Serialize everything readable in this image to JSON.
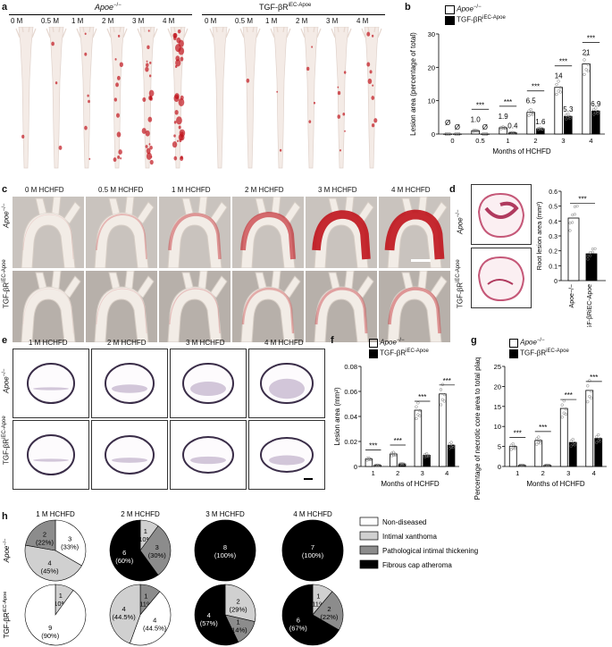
{
  "panels": {
    "a": {
      "label": "a",
      "group1": "Apoe",
      "group1_sup": "−/−",
      "group2": "TGF-βR",
      "group2_sup": "iEC-Apoe",
      "timepoints": [
        "0 M",
        "0.5 M",
        "1 M",
        "2 M",
        "3 M",
        "4 M"
      ]
    },
    "b": {
      "label": "b",
      "legend1": "Apoe",
      "legend1_sup": "−/−",
      "legend2": "TGF-βR",
      "legend2_sup": "iEC-Apoe",
      "ylabel": "Lesion area (percentage of total)",
      "xlabel": "Months of HCHFD",
      "sig": "***"
    },
    "c": {
      "label": "c",
      "timepoints": [
        "0 M HCHFD",
        "0.5 M HCHFD",
        "1 M HCHFD",
        "2 M HCHFD",
        "3 M HCHFD",
        "4 M HCHFD"
      ],
      "row1": "Apoe",
      "row1_sup": "−/−",
      "row2": "TGF-βR",
      "row2_sup": "iEC-Apoe"
    },
    "d": {
      "label": "d",
      "row1": "Apoe",
      "row1_sup": "−/−",
      "row2": "TGF-βR",
      "row2_sup": "iEC-Apoe",
      "ylabel": "Root lesion area (mm²)",
      "sig": "***"
    },
    "e": {
      "label": "e",
      "timepoints": [
        "1 M HCHFD",
        "2 M HCHFD",
        "3 M HCHFD",
        "4 M HCHFD"
      ],
      "row1": "Apoe",
      "row1_sup": "−/−",
      "row2": "TGF-βR",
      "row2_sup": "iEC-Apoe"
    },
    "f": {
      "label": "f",
      "legend1": "Apoe",
      "legend1_sup": "−/−",
      "legend2": "TGF-βR",
      "legend2_sup": "iEC-Apoe",
      "ylabel": "Lesion area (mm²)",
      "xlabel": "Months of HCHFD",
      "sig": "***"
    },
    "g": {
      "label": "g",
      "legend1": "Apoe",
      "legend1_sup": "−/−",
      "legend2": "TGF-βR",
      "legend2_sup": "iEC-Apoe",
      "ylabel": "Percentage of necrotic core area to total plaque area",
      "xlabel": "Months of HCHFD",
      "sig": "***"
    },
    "h": {
      "label": "h",
      "timepoints": [
        "1 M HCHFD",
        "2 M HCHFD",
        "3 M HCHFD",
        "4 M HCHFD"
      ],
      "row1": "Apoe",
      "row1_sup": "−/−",
      "row2": "TGF-βR",
      "row2_sup": "iEC-Apoe",
      "legend": [
        "Non-diseased",
        "Intimal xanthoma",
        "Pathological intimal thickening",
        "Fibrous cap atheroma"
      ]
    }
  },
  "colors": {
    "nondiseased": "#ffffff",
    "xanthoma": "#d0d0d0",
    "pit": "#8c8c8c",
    "fca": "#000000",
    "lesion": "#c0141c"
  },
  "chart_data": [
    {
      "id": "b",
      "type": "bar",
      "categories": [
        "0",
        "0.5",
        "1",
        "2",
        "3",
        "4"
      ],
      "series": [
        {
          "name": "Apoe−/−",
          "values": [
            0,
            1.0,
            1.9,
            6.5,
            14,
            21
          ],
          "labels": [
            "Ø",
            "1.0",
            "1.9",
            "6.5",
            "14",
            "21"
          ]
        },
        {
          "name": "TGF-βRiEC-Apoe",
          "values": [
            0,
            0,
            0.4,
            1.6,
            5.3,
            6.9
          ],
          "labels": [
            "Ø",
            "Ø",
            "0.4",
            "1.6",
            "5.3",
            "6.9"
          ]
        }
      ],
      "xlabel": "Months of HCHFD",
      "ylabel": "Lesion area (percentage of total)",
      "ylim": [
        0,
        30
      ],
      "yticks": [
        0,
        10,
        20,
        30
      ],
      "significance": [
        "",
        "***",
        "***",
        "***",
        "***",
        "***"
      ]
    },
    {
      "id": "d",
      "type": "bar",
      "categories": [
        "Apoe−/−",
        "TGF-βRiEC-Apoe"
      ],
      "values": [
        0.42,
        0.18
      ],
      "ylabel": "Root lesion area (mm²)",
      "ylim": [
        0,
        0.6
      ],
      "yticks": [
        0,
        0.1,
        0.2,
        0.3,
        0.4,
        0.5,
        0.6
      ],
      "significance": "***"
    },
    {
      "id": "f",
      "type": "bar",
      "categories": [
        "1",
        "2",
        "3",
        "4"
      ],
      "series": [
        {
          "name": "Apoe−/−",
          "values": [
            0.006,
            0.01,
            0.045,
            0.058
          ]
        },
        {
          "name": "TGF-βRiEC-Apoe",
          "values": [
            0.001,
            0.002,
            0.009,
            0.017
          ]
        }
      ],
      "xlabel": "Months of HCHFD",
      "ylabel": "Lesion area (mm²)",
      "ylim": [
        0,
        0.08
      ],
      "yticks": [
        0,
        0.02,
        0.04,
        0.06,
        0.08
      ],
      "significance": [
        "***",
        "***",
        "***",
        "***"
      ]
    },
    {
      "id": "g",
      "type": "bar",
      "categories": [
        "1",
        "2",
        "3",
        "4"
      ],
      "series": [
        {
          "name": "Apoe−/−",
          "values": [
            5,
            6.5,
            14.5,
            19
          ]
        },
        {
          "name": "TGF-βRiEC-Apoe",
          "values": [
            0.3,
            0.3,
            6,
            7
          ]
        }
      ],
      "xlabel": "Months of HCHFD",
      "ylabel": "Percentage of necrotic core area to total plaque area",
      "ylim": [
        0,
        25
      ],
      "yticks": [
        0,
        5,
        10,
        15,
        20,
        25
      ],
      "significance": [
        "***",
        "***",
        "***",
        "***"
      ]
    },
    {
      "id": "h",
      "type": "pie",
      "rows": [
        {
          "name": "Apoe−/−",
          "pies": [
            {
              "tp": "1 M HCHFD",
              "slices": [
                {
                  "cat": "nondiseased",
                  "n": 3,
                  "pct": "(33%)"
                },
                {
                  "cat": "xanthoma",
                  "n": 4,
                  "pct": "(45%)"
                },
                {
                  "cat": "pit",
                  "n": 2,
                  "pct": "(22%)"
                }
              ]
            },
            {
              "tp": "2 M HCHFD",
              "slices": [
                {
                  "cat": "xanthoma",
                  "n": 1,
                  "pct": "(10%)"
                },
                {
                  "cat": "pit",
                  "n": 3,
                  "pct": "(30%)"
                },
                {
                  "cat": "fca",
                  "n": 6,
                  "pct": "(60%)"
                }
              ]
            },
            {
              "tp": "3 M HCHFD",
              "slices": [
                {
                  "cat": "fca",
                  "n": 8,
                  "pct": "(100%)"
                }
              ]
            },
            {
              "tp": "4 M HCHFD",
              "slices": [
                {
                  "cat": "fca",
                  "n": 7,
                  "pct": "(100%)"
                }
              ]
            }
          ]
        },
        {
          "name": "TGF-βRiEC-Apoe",
          "pies": [
            {
              "tp": "1 M HCHFD",
              "slices": [
                {
                  "cat": "xanthoma",
                  "n": 1,
                  "pct": "(10%)"
                },
                {
                  "cat": "nondiseased",
                  "n": 9,
                  "pct": "(90%)"
                }
              ]
            },
            {
              "tp": "2 M HCHFD",
              "slices": [
                {
                  "cat": "pit",
                  "n": 1,
                  "pct": "(11%)"
                },
                {
                  "cat": "nondiseased",
                  "n": 4,
                  "pct": "(44.5%)"
                },
                {
                  "cat": "xanthoma",
                  "n": 4,
                  "pct": "(44.5%)"
                }
              ]
            },
            {
              "tp": "3 M HCHFD",
              "slices": [
                {
                  "cat": "xanthoma",
                  "n": 2,
                  "pct": "(29%)"
                },
                {
                  "cat": "pit",
                  "n": 1,
                  "pct": "(14%)"
                },
                {
                  "cat": "fca",
                  "n": 4,
                  "pct": "(57%)"
                }
              ]
            },
            {
              "tp": "4 M HCHFD",
              "slices": [
                {
                  "cat": "xanthoma",
                  "n": 1,
                  "pct": "(11%)"
                },
                {
                  "cat": "pit",
                  "n": 2,
                  "pct": "(22%)"
                },
                {
                  "cat": "fca",
                  "n": 6,
                  "pct": "(67%)"
                }
              ]
            }
          ]
        }
      ]
    }
  ]
}
